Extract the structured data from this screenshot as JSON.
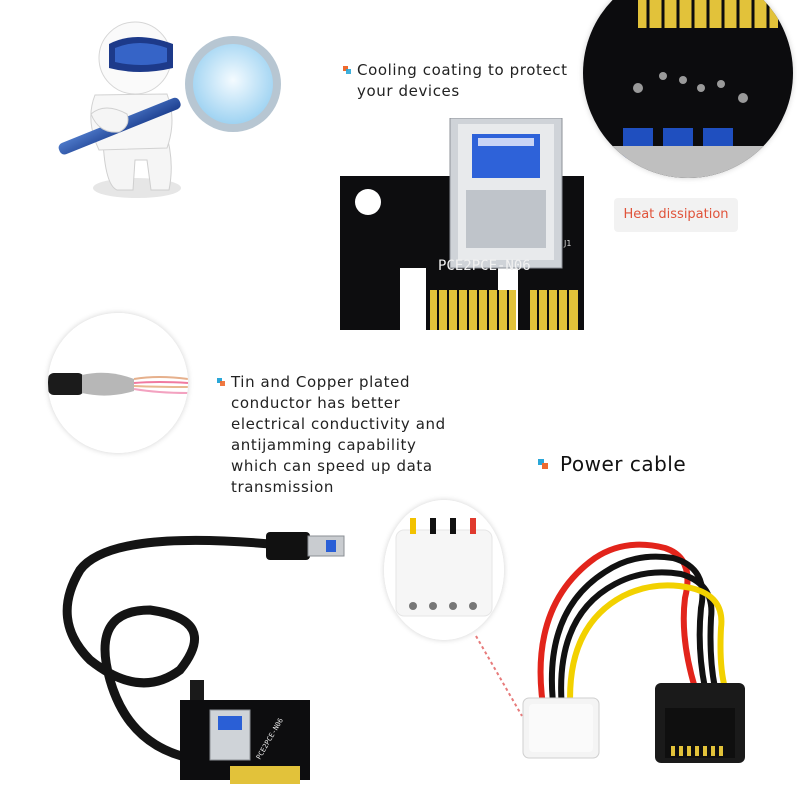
{
  "captions": {
    "cooling": [
      "Cooling coating to protect",
      "your devices"
    ],
    "heat": "Heat dissipation",
    "copper": [
      "Tin and Copper plated",
      "conductor has better",
      "electrical conductivity and",
      "antijamming capability",
      "which can speed up data",
      "transmission"
    ],
    "power": "Power cable"
  },
  "board": {
    "label": "PCE2PCE-N06",
    "marker": "J1",
    "small_label": "PCE2PCE-N06"
  },
  "colors": {
    "bullet_blue": "#2aa7d8",
    "bullet_orange": "#ef6a2e",
    "heat_text": "#e0533a",
    "pcb": "#0d0d0f",
    "gold": "#e2c23a"
  },
  "icons": [
    "robot-magnifier-icon",
    "usb-port-icon",
    "cable-icon",
    "molex-connector-icon",
    "sata-connector-icon"
  ]
}
